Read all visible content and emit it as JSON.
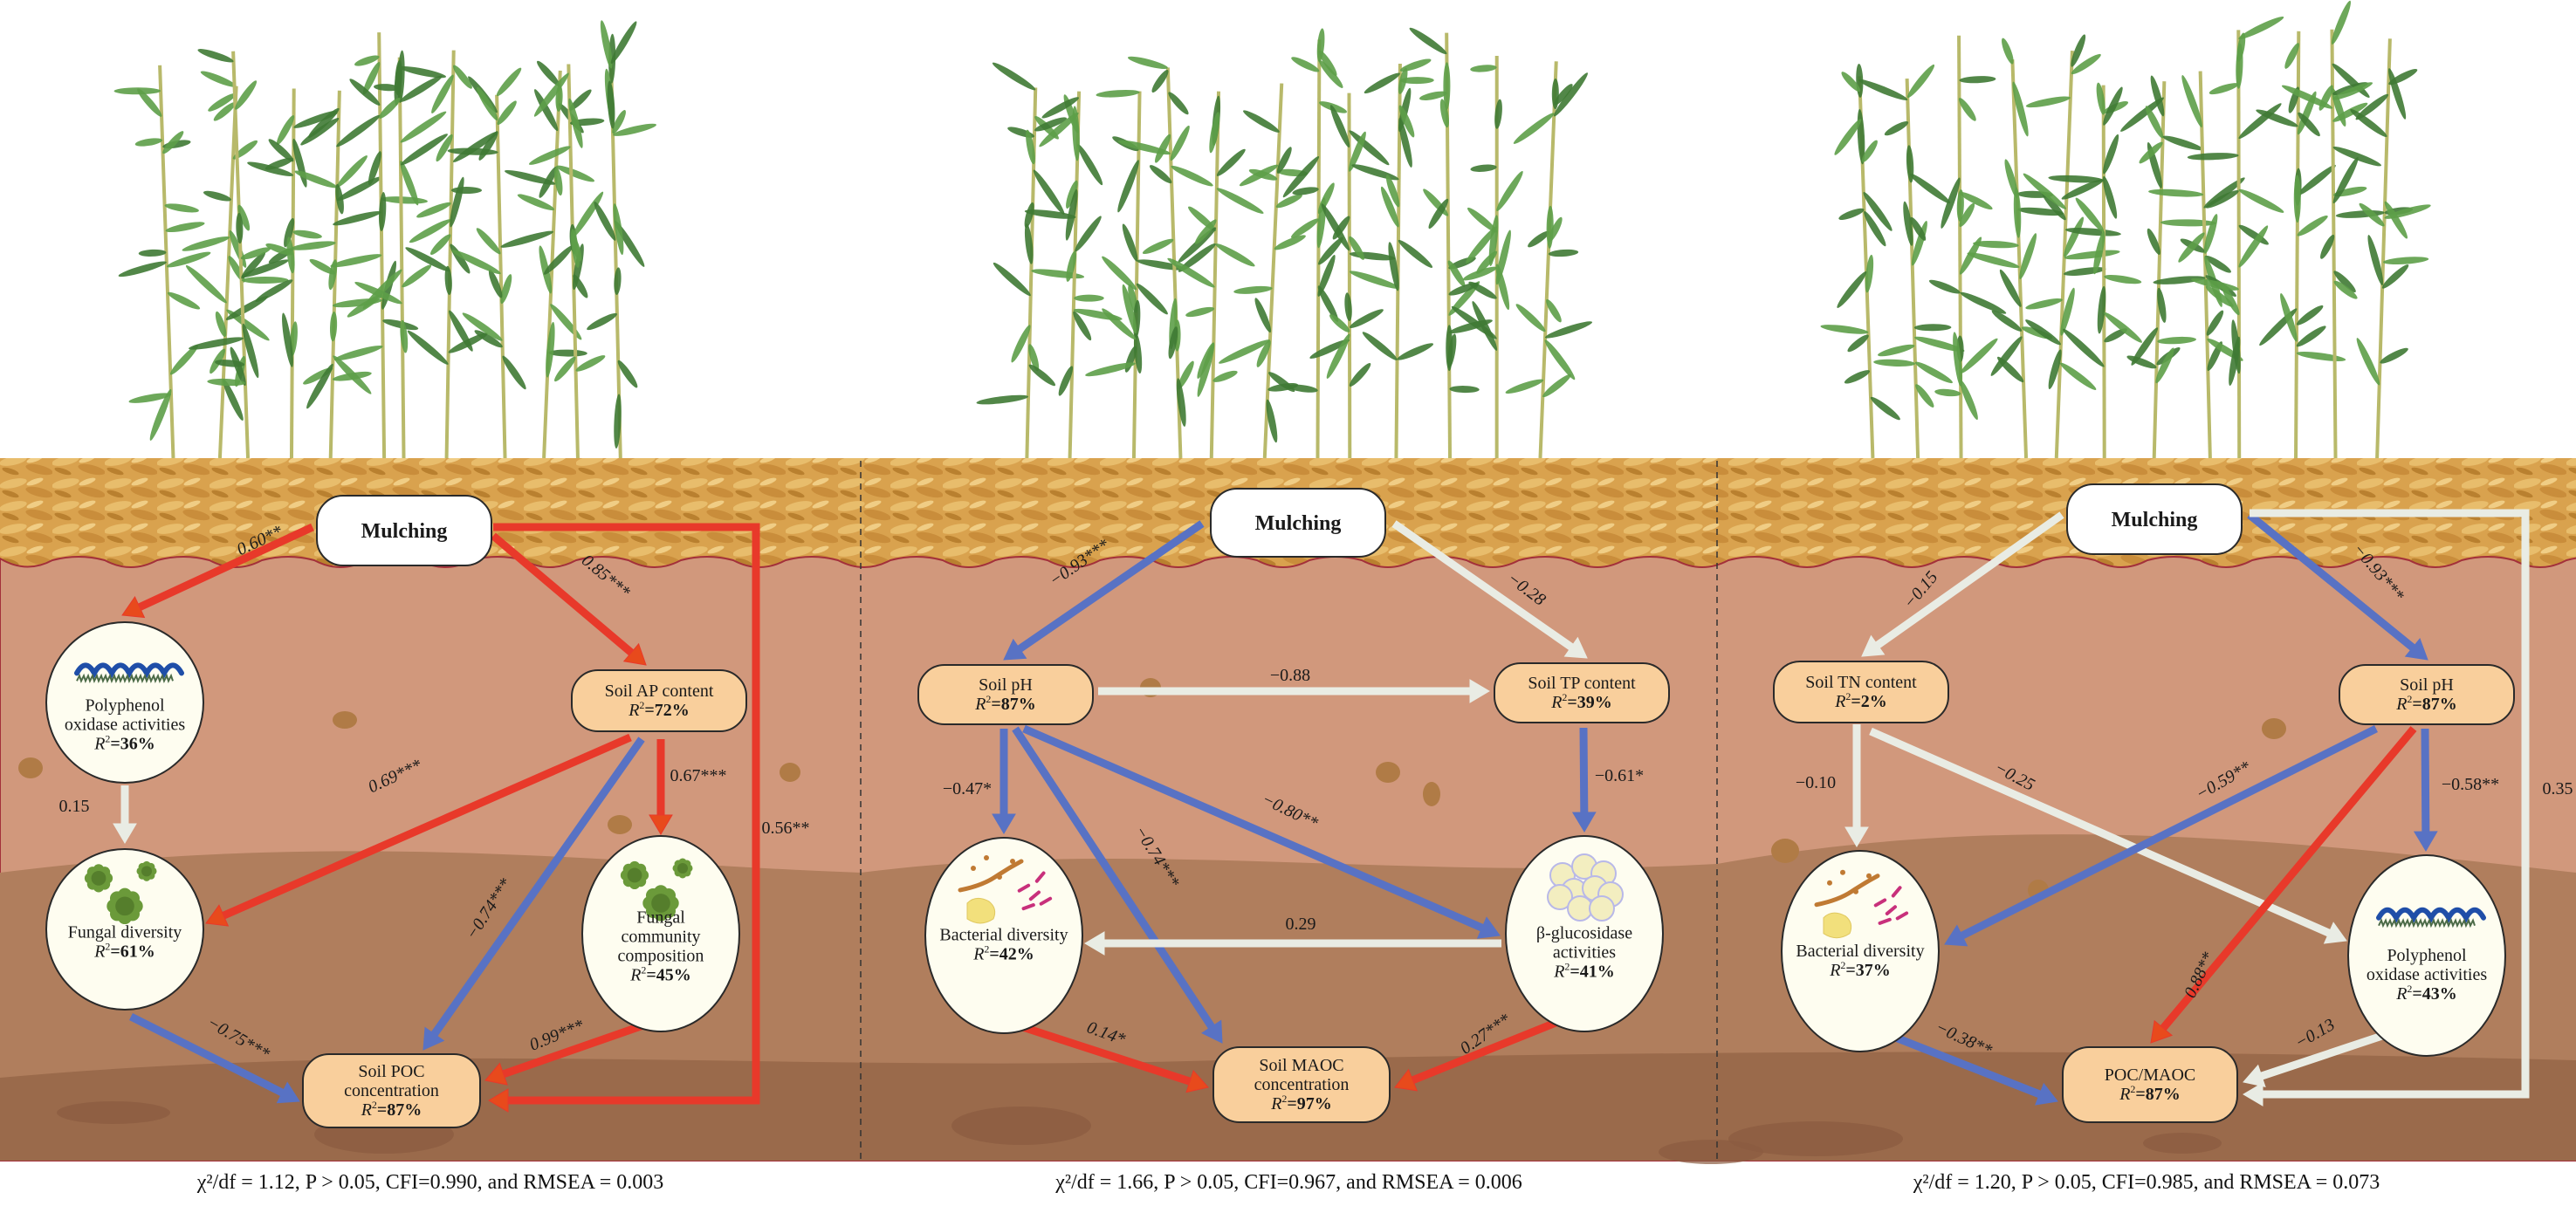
{
  "colors": {
    "positive": "#e8392a",
    "negative": "#5872c4",
    "nonsignificant": "#e9ece4",
    "box_fill": "#f9cf9c",
    "ellipse_fill": "#fefdf0",
    "soil_top": "#d1987c",
    "soil_mid": "#b07e5d",
    "soil_bottom": "#9a6a4b",
    "mulch": "#d9a24e"
  },
  "panels": [
    {
      "id": "a",
      "fit_caption": "χ²/df = 1.12, P > 0.05, CFI=0.990, and RMSEA = 0.003",
      "nodes": [
        {
          "id": "mulch",
          "shape": "rect",
          "title": "Mulching",
          "bold": true,
          "fill": "white"
        },
        {
          "id": "ppo",
          "shape": "ellipse",
          "lines": [
            "Polyphenol",
            "oxidase activities"
          ],
          "r2": "36%",
          "icon": "enzyme-helix-icon"
        },
        {
          "id": "ap",
          "shape": "rect",
          "lines": [
            "Soil AP content"
          ],
          "r2": "72%"
        },
        {
          "id": "fdiv",
          "shape": "ellipse",
          "lines": [
            "Fungal diversity"
          ],
          "r2": "61%",
          "icon": "fungi-icon"
        },
        {
          "id": "fcom",
          "shape": "ellipse",
          "lines": [
            "Fungal",
            "community",
            "composition"
          ],
          "r2": "45%",
          "icon": "fungi-icon"
        },
        {
          "id": "poc",
          "shape": "rect",
          "lines": [
            "Soil POC",
            "concentration"
          ],
          "r2": "87%"
        }
      ],
      "edges": [
        {
          "from": "mulch",
          "to": "ppo",
          "coef": "0.60**",
          "sign": "positive"
        },
        {
          "from": "mulch",
          "to": "ap",
          "coef": "0.85***",
          "sign": "positive"
        },
        {
          "from": "mulch",
          "to": "poc",
          "coef": "0.56**",
          "sign": "positive"
        },
        {
          "from": "ppo",
          "to": "fdiv",
          "coef": "0.15",
          "sign": "nonsignificant"
        },
        {
          "from": "ap",
          "to": "fdiv",
          "coef": "0.69***",
          "sign": "positive"
        },
        {
          "from": "ap",
          "to": "fcom",
          "coef": "0.67***",
          "sign": "positive"
        },
        {
          "from": "ap",
          "to": "poc",
          "coef": "−0.74***",
          "sign": "negative"
        },
        {
          "from": "fdiv",
          "to": "poc",
          "coef": "−0.75***",
          "sign": "negative"
        },
        {
          "from": "fcom",
          "to": "poc",
          "coef": "0.99***",
          "sign": "positive"
        }
      ]
    },
    {
      "id": "b",
      "fit_caption": "χ²/df = 1.66, P > 0.05, CFI=0.967, and RMSEA = 0.006",
      "nodes": [
        {
          "id": "mulch",
          "shape": "rect",
          "title": "Mulching",
          "bold": true,
          "fill": "white"
        },
        {
          "id": "ph",
          "shape": "rect",
          "lines": [
            "Soil pH"
          ],
          "r2": "87%"
        },
        {
          "id": "tp",
          "shape": "rect",
          "lines": [
            "Soil TP content"
          ],
          "r2": "39%"
        },
        {
          "id": "bdiv",
          "shape": "ellipse",
          "lines": [
            "Bacterial diversity"
          ],
          "r2": "42%",
          "icon": "bacteria-icon"
        },
        {
          "id": "bglu",
          "shape": "ellipse",
          "lines": [
            "β-glucosidase",
            "activities"
          ],
          "r2": "41%",
          "icon": "cells-cluster-icon"
        },
        {
          "id": "maoc",
          "shape": "rect",
          "lines": [
            "Soil MAOC",
            "concentration"
          ],
          "r2": "97%"
        }
      ],
      "edges": [
        {
          "from": "mulch",
          "to": "ph",
          "coef": "−0.93***",
          "sign": "negative"
        },
        {
          "from": "mulch",
          "to": "tp",
          "coef": "−0.28",
          "sign": "nonsignificant"
        },
        {
          "from": "ph",
          "to": "tp",
          "coef": "−0.88",
          "sign": "nonsignificant"
        },
        {
          "from": "ph",
          "to": "bdiv",
          "coef": "−0.47*",
          "sign": "negative"
        },
        {
          "from": "ph",
          "to": "maoc",
          "coef": "−0.74***",
          "sign": "negative"
        },
        {
          "from": "ph",
          "to": "bglu",
          "coef": "−0.80**",
          "sign": "negative"
        },
        {
          "from": "tp",
          "to": "bglu",
          "coef": "−0.61*",
          "sign": "negative"
        },
        {
          "from": "bglu",
          "to": "bdiv",
          "coef": "0.29",
          "sign": "nonsignificant"
        },
        {
          "from": "bdiv",
          "to": "maoc",
          "coef": "0.14*",
          "sign": "positive"
        },
        {
          "from": "bglu",
          "to": "maoc",
          "coef": "0.27***",
          "sign": "positive"
        }
      ]
    },
    {
      "id": "c",
      "fit_caption": "χ²/df = 1.20, P > 0.05, CFI=0.985, and RMSEA = 0.073",
      "nodes": [
        {
          "id": "mulch",
          "shape": "rect",
          "title": "Mulching",
          "bold": true,
          "fill": "white"
        },
        {
          "id": "tn",
          "shape": "rect",
          "lines": [
            "Soil TN content"
          ],
          "r2": "2%"
        },
        {
          "id": "ph",
          "shape": "rect",
          "lines": [
            "Soil pH"
          ],
          "r2": "87%"
        },
        {
          "id": "bdiv",
          "shape": "ellipse",
          "lines": [
            "Bacterial diversity"
          ],
          "r2": "37%",
          "icon": "bacteria-icon"
        },
        {
          "id": "ppo",
          "shape": "ellipse",
          "lines": [
            "Polyphenol",
            "oxidase activities"
          ],
          "r2": "43%",
          "icon": "enzyme-helix-icon"
        },
        {
          "id": "ratio",
          "shape": "rect",
          "lines": [
            "POC/MAOC"
          ],
          "r2": "87%"
        }
      ],
      "edges": [
        {
          "from": "mulch",
          "to": "tn",
          "coef": "−0.15",
          "sign": "nonsignificant"
        },
        {
          "from": "mulch",
          "to": "ph",
          "coef": "−0.93***",
          "sign": "negative"
        },
        {
          "from": "mulch",
          "to": "ratio",
          "coef": "0.35",
          "sign": "nonsignificant"
        },
        {
          "from": "tn",
          "to": "bdiv",
          "coef": "−0.10",
          "sign": "nonsignificant"
        },
        {
          "from": "tn",
          "to": "ppo",
          "coef": "−0.25",
          "sign": "nonsignificant"
        },
        {
          "from": "ph",
          "to": "bdiv",
          "coef": "−0.59**",
          "sign": "negative"
        },
        {
          "from": "ph",
          "to": "ratio",
          "coef": "0.88**",
          "sign": "positive"
        },
        {
          "from": "ph",
          "to": "ppo",
          "coef": "−0.58**",
          "sign": "negative"
        },
        {
          "from": "bdiv",
          "to": "ratio",
          "coef": "−0.38**",
          "sign": "negative"
        },
        {
          "from": "ppo",
          "to": "ratio",
          "coef": "−0.13",
          "sign": "nonsignificant"
        }
      ]
    }
  ]
}
